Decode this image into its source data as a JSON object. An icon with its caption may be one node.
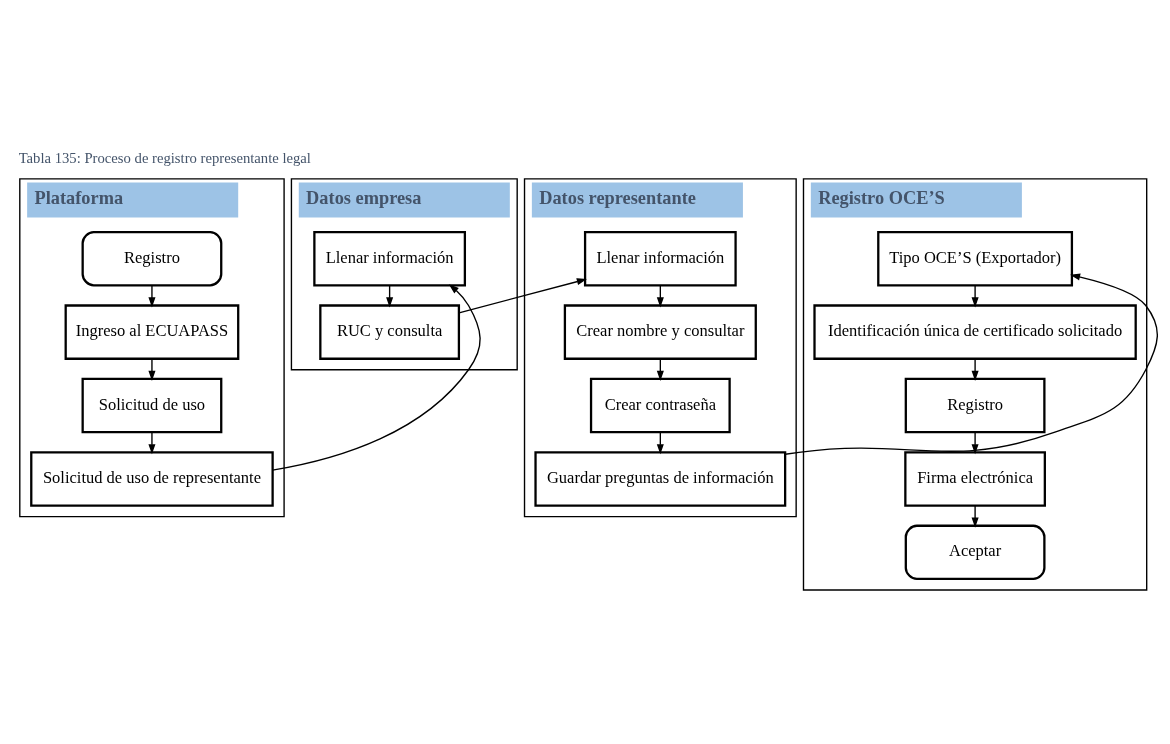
{
  "diagram": {
    "caption": "Tabla 135: Proceso de registro representante legal",
    "nodes": [
      {
        "text": [
          "Plataforma"
        ]
      },
      {
        "text": [
          "Registro"
        ],
        "in": 0
      },
      {
        "text": [
          "Ingreso al ECUAPASS"
        ],
        "in": 0
      },
      {
        "text": [
          "Solicitud de uso"
        ],
        "in": 0
      },
      {
        "text": [
          "Solicitud de uso de representante"
        ],
        "in": 0
      },
      {
        "text": [
          "Datos empresa"
        ]
      },
      {
        "text": [
          "Llenar información"
        ],
        "in": 5
      },
      {
        "text": [
          "RUC y consulta"
        ],
        "in": 5
      },
      {
        "text": [
          "Datos representante"
        ]
      },
      {
        "text": [
          "Llenar información"
        ],
        "in": 8
      },
      {
        "text": [
          "Crear nombre y consultar"
        ],
        "in": 8
      },
      {
        "text": [
          "Crear contraseña"
        ],
        "in": 8
      },
      {
        "text": [
          "Guardar preguntas de información"
        ],
        "in": 8
      },
      {
        "text": [
          "Registro OCE’S"
        ]
      },
      {
        "text": [
          "Tipo OCE’S (Exportador)"
        ],
        "in": 13
      },
      {
        "text": [
          "Identificación única de certificado solicitado"
        ],
        "in": 13
      },
      {
        "text": [
          "Registro"
        ],
        "in": 13
      },
      {
        "text": [
          "Firma electrónica"
        ],
        "in": 13
      },
      {
        "text": [
          "Aceptar"
        ],
        "in": 13
      }
    ],
    "edges": [
      {
        "from": 1,
        "to": 2,
        "arrow": "to"
      },
      {
        "from": 2,
        "to": 3,
        "arrow": "to"
      },
      {
        "from": 3,
        "to": 4,
        "arrow": "to"
      },
      {
        "from": 4,
        "to": 6,
        "arrow": "to"
      },
      {
        "from": 6,
        "to": 7,
        "arrow": "to"
      },
      {
        "from": 7,
        "to": 9,
        "arrow": "to"
      },
      {
        "from": 9,
        "to": 10,
        "arrow": "to"
      },
      {
        "from": 10,
        "to": 11,
        "arrow": "to"
      },
      {
        "from": 11,
        "to": 12,
        "arrow": "to"
      },
      {
        "from": 12,
        "to": 14,
        "arrow": "to"
      },
      {
        "from": 14,
        "to": 15,
        "arrow": "to"
      },
      {
        "from": 15,
        "to": 16,
        "arrow": "to"
      },
      {
        "from": 16,
        "to": 17,
        "arrow": "to"
      },
      {
        "from": 17,
        "to": 18,
        "arrow": "to"
      }
    ]
  }
}
